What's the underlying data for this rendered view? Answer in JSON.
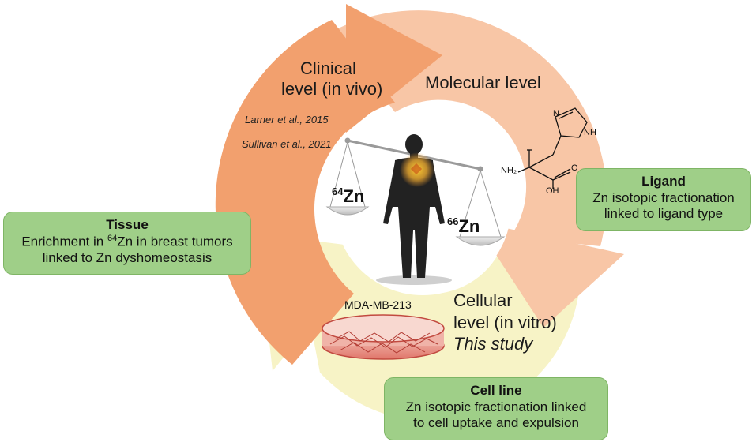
{
  "levels": {
    "clinical": [
      "Clinical",
      "level (in vivo)"
    ],
    "molecular": "Molecular level",
    "cellular": [
      "Cellular",
      "level (in vitro)"
    ],
    "this_study": "This study"
  },
  "citations": [
    "Larner et al., 2015",
    "Sullivan et al., 2021"
  ],
  "scale": {
    "left": {
      "mass": "64",
      "element": "Zn"
    },
    "right": {
      "mass": "66",
      "element": "Zn"
    }
  },
  "molecule_atoms": {
    "nh": "NH",
    "n": "N",
    "nh2": "NH₂",
    "oh": "OH",
    "o": "O"
  },
  "cell_line_name": "MDA-MB-213",
  "boxes": {
    "tissue": {
      "title": "Tissue",
      "line1_pre": "Enrichment in ",
      "line1_sup": "64",
      "line1_post": "Zn in breast tumors",
      "line2": "linked to Zn dyshomeostasis"
    },
    "ligand": {
      "title": "Ligand",
      "line1": "Zn isotopic fractionation",
      "line2": "linked to ligand type"
    },
    "cell_line": {
      "title": "Cell line",
      "line1": "Zn isotopic fractionation linked",
      "line2": "to cell uptake and expulsion"
    }
  },
  "colors": {
    "clinical_arrow": "#f2a06e",
    "molecular_arrow": "#f8c6a6",
    "cellular_arrow": "#f7f3c6",
    "box_fill": "#9fcf88",
    "petri_red": "#d9534a"
  }
}
